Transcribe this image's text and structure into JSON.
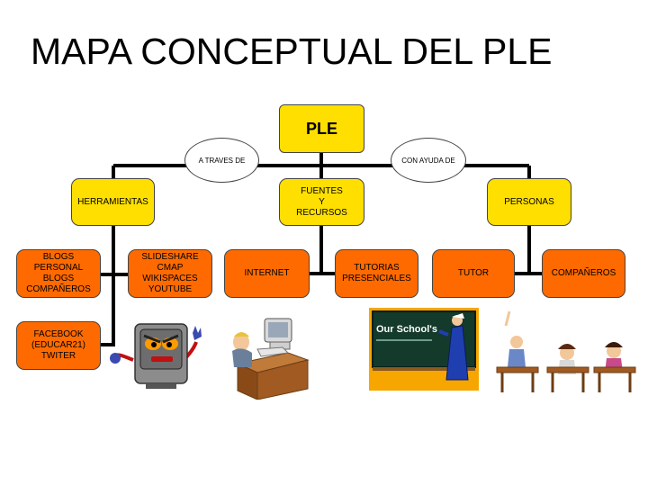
{
  "title": "MAPA CONCEPTUAL DEL PLE",
  "nodes": {
    "ple": "PLE",
    "herramientas": "HERRAMIENTAS",
    "fuentes": "FUENTES\nY\nRECURSOS",
    "personas": "PERSONAS",
    "blogs": "BLOGS\nPERSONAL\nBLOGS\nCOMPAÑEROS",
    "slideshare": "SLIDESHARE\nCMAP\nWIKISPACES\nYOUTUBE",
    "facebook": "FACEBOOK\n(EDUCAR21)\nTWITER",
    "internet": "INTERNET",
    "tutorias": "TUTORIAS\nPRESENCIALES",
    "tutor": "TUTOR",
    "companeros": "COMPAÑEROS"
  },
  "links": {
    "a_traves_de": "A TRAVES DE",
    "con_ayuda_de": "CON AYUDA DE"
  },
  "clipart": {
    "board_text": "Our School's"
  },
  "colors": {
    "yellow": "#ffdf00",
    "orange": "#ff6a00"
  }
}
